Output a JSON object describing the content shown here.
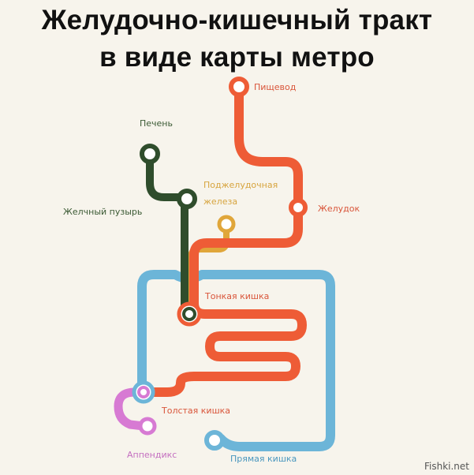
{
  "title": {
    "line1": "Желудочно-кишечный тракт",
    "line2": "в виде карты метро"
  },
  "stations": {
    "esophagus": "Пищевод",
    "stomach": "Желудок",
    "liver": "Печень",
    "gallbladder": "Желчный пузырь",
    "pancreas_line1": "Поджелудочная",
    "pancreas_line2": "железа",
    "small_intestine": "Тонкая кишка",
    "large_intestine": "Толстая кишка",
    "appendix": "Аппендикс",
    "rectum": "Прямая кишка"
  },
  "colors": {
    "digestive_line": "#ee5c36",
    "bile_line": "#2f4d2c",
    "pancreas_line": "#e0a63a",
    "colon_line": "#6cb5d8",
    "appendix_line": "#d77ad3",
    "station_fill": "#ffffff"
  },
  "watermark": "Fishki.net"
}
